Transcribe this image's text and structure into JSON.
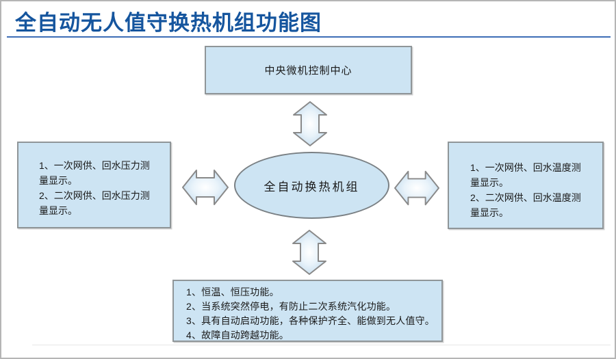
{
  "title": "全自动无人值守换热机组功能图",
  "diagram": {
    "top_box": {
      "label": "中央微机控制中心"
    },
    "center_ellipse": {
      "label": "全自动换热机组"
    },
    "left_box": {
      "lines": [
        "1、一次网供、回水压力测量显示。",
        "2、二次网供、回水压力测量显示。"
      ]
    },
    "right_box": {
      "lines": [
        "1、一次网供、回水温度测量显示。",
        "2、二次网供、回水温度测量显示。"
      ]
    },
    "bottom_box": {
      "lines": [
        "1、恒温、恒压功能。",
        "2、当系统突然停电，有防止二次系统汽化功能。",
        "3、具有自动启动功能，各种保护齐全、能做到无人值守。",
        "4、故障自动跨越功能。"
      ]
    }
  },
  "icons": {
    "vertical_arrow": "double-arrow-vertical",
    "horizontal_arrow": "double-arrow-horizontal"
  },
  "colors": {
    "title_text": "#15559E",
    "title_rule": "#3D6DB6",
    "node_fill": "#CDE4F3",
    "node_border": "#8F9598",
    "ellipse_border": "#7A8084",
    "arrow_fill_edge": "#BDD8EC",
    "arrow_fill_center": "#FFFFFF",
    "arrow_border": "#898989",
    "frame_border": "#B5B5B5"
  }
}
